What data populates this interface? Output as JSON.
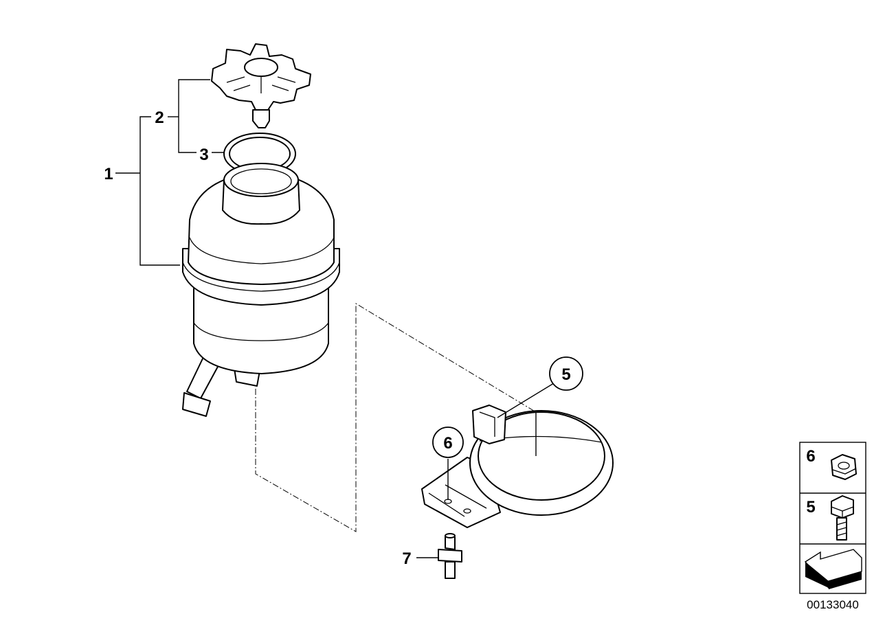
{
  "diagram": {
    "callouts": {
      "p1": "1",
      "p2": "2",
      "p3": "3",
      "p5": "5",
      "p6": "6",
      "p7": "7"
    },
    "legend": {
      "nut_number": "6",
      "bolt_number": "5"
    },
    "reference_number": "00133040"
  }
}
